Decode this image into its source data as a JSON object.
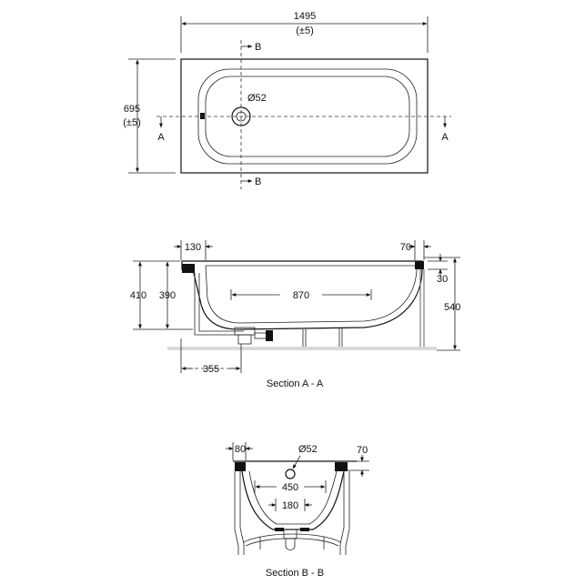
{
  "plan": {
    "length": "1495",
    "length_tol": "(±5)",
    "width": "695",
    "width_tol": "(±5)",
    "waste_dia": "Ø52",
    "section_a_left": "A",
    "section_a_right": "A",
    "section_b_top": "B",
    "section_b_bottom": "B"
  },
  "section_aa": {
    "dim_left_offset": "130",
    "dim_right_offset": "70",
    "height_overall": "410",
    "height_inner": "390",
    "bottom_length": "870",
    "rim_height": "30",
    "total_height": "540",
    "waste_offset": "355",
    "caption": "Section A - A"
  },
  "section_bb": {
    "dim_left_offset": "80",
    "waste_dia": "Ø52",
    "dim_right": "70",
    "inner_width": "450",
    "bottom_width": "180",
    "caption": "Section B - B"
  }
}
